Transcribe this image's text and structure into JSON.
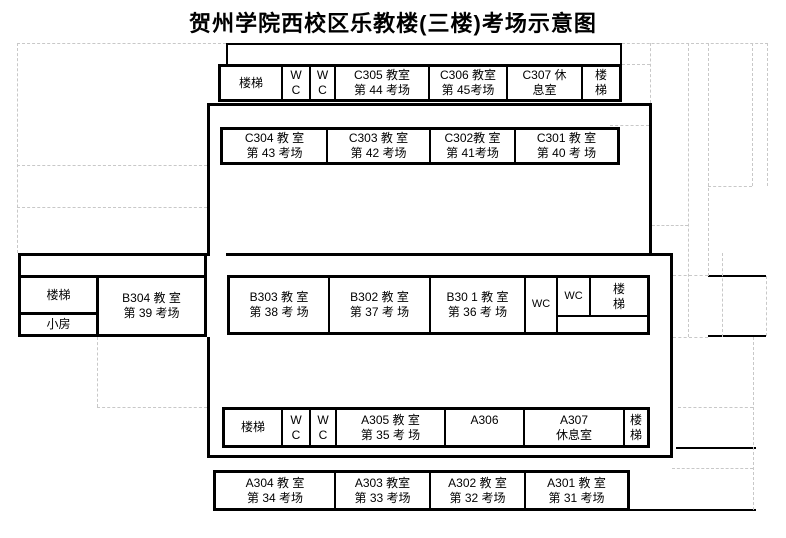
{
  "title": "贺州学院西校区乐教楼(三楼)考场示意图",
  "rooms": {
    "top_row": [
      {
        "l1": "楼梯"
      },
      {
        "l1": "W",
        "l2": "C"
      },
      {
        "l1": "W",
        "l2": "C"
      },
      {
        "l1": "C305 教室",
        "l2": "第 44 考场"
      },
      {
        "l1": "C306 教室",
        "l2": "第 45考场"
      },
      {
        "l1": "C307 休",
        "l2": "息室"
      },
      {
        "l1": "楼",
        "l2": "梯"
      }
    ],
    "c_row": [
      {
        "l1": "C304 教 室",
        "l2": "第 43 考场"
      },
      {
        "l1": "C303 教 室",
        "l2": "第 42 考场"
      },
      {
        "l1": "C302教 室",
        "l2": "第 41考场"
      },
      {
        "l1": "C301 教 室",
        "l2": "第  40 考 场"
      }
    ],
    "b_left": {
      "stair": "楼梯",
      "small_room": "小房",
      "b304_l1": "B304 教 室",
      "b304_l2": "第 39 考场"
    },
    "b_row": [
      {
        "l1": "B303 教 室",
        "l2": "第 38 考 场"
      },
      {
        "l1": "B302 教 室",
        "l2": "第 37 考 场"
      },
      {
        "l1": "B30 1 教 室",
        "l2": "第 36 考 场"
      },
      {
        "l1": "WC"
      },
      {
        "l1": "WC"
      },
      {
        "l1": "楼",
        "l2": "梯"
      }
    ],
    "a_row": [
      {
        "l1": "楼梯"
      },
      {
        "l1": "W",
        "l2": "C"
      },
      {
        "l1": "W",
        "l2": "C"
      },
      {
        "l1": "A305 教 室",
        "l2": "第 35 考 场"
      },
      {
        "l1": "A306"
      },
      {
        "l1": "A307",
        "l2": "休息室"
      },
      {
        "l1": "楼",
        "l2": "梯"
      }
    ],
    "bottom_row": [
      {
        "l1": "A304 教 室",
        "l2": "第 34 考场"
      },
      {
        "l1": "A303 教室",
        "l2": "第 33 考场"
      },
      {
        "l1": "A302 教 室",
        "l2": "第 32 考场"
      },
      {
        "l1": "A301 教 室",
        "l2": "第 31 考场"
      }
    ]
  },
  "colors": {
    "wall": "#000000",
    "grid_dash": "#c8c8c8",
    "background": "#ffffff"
  }
}
